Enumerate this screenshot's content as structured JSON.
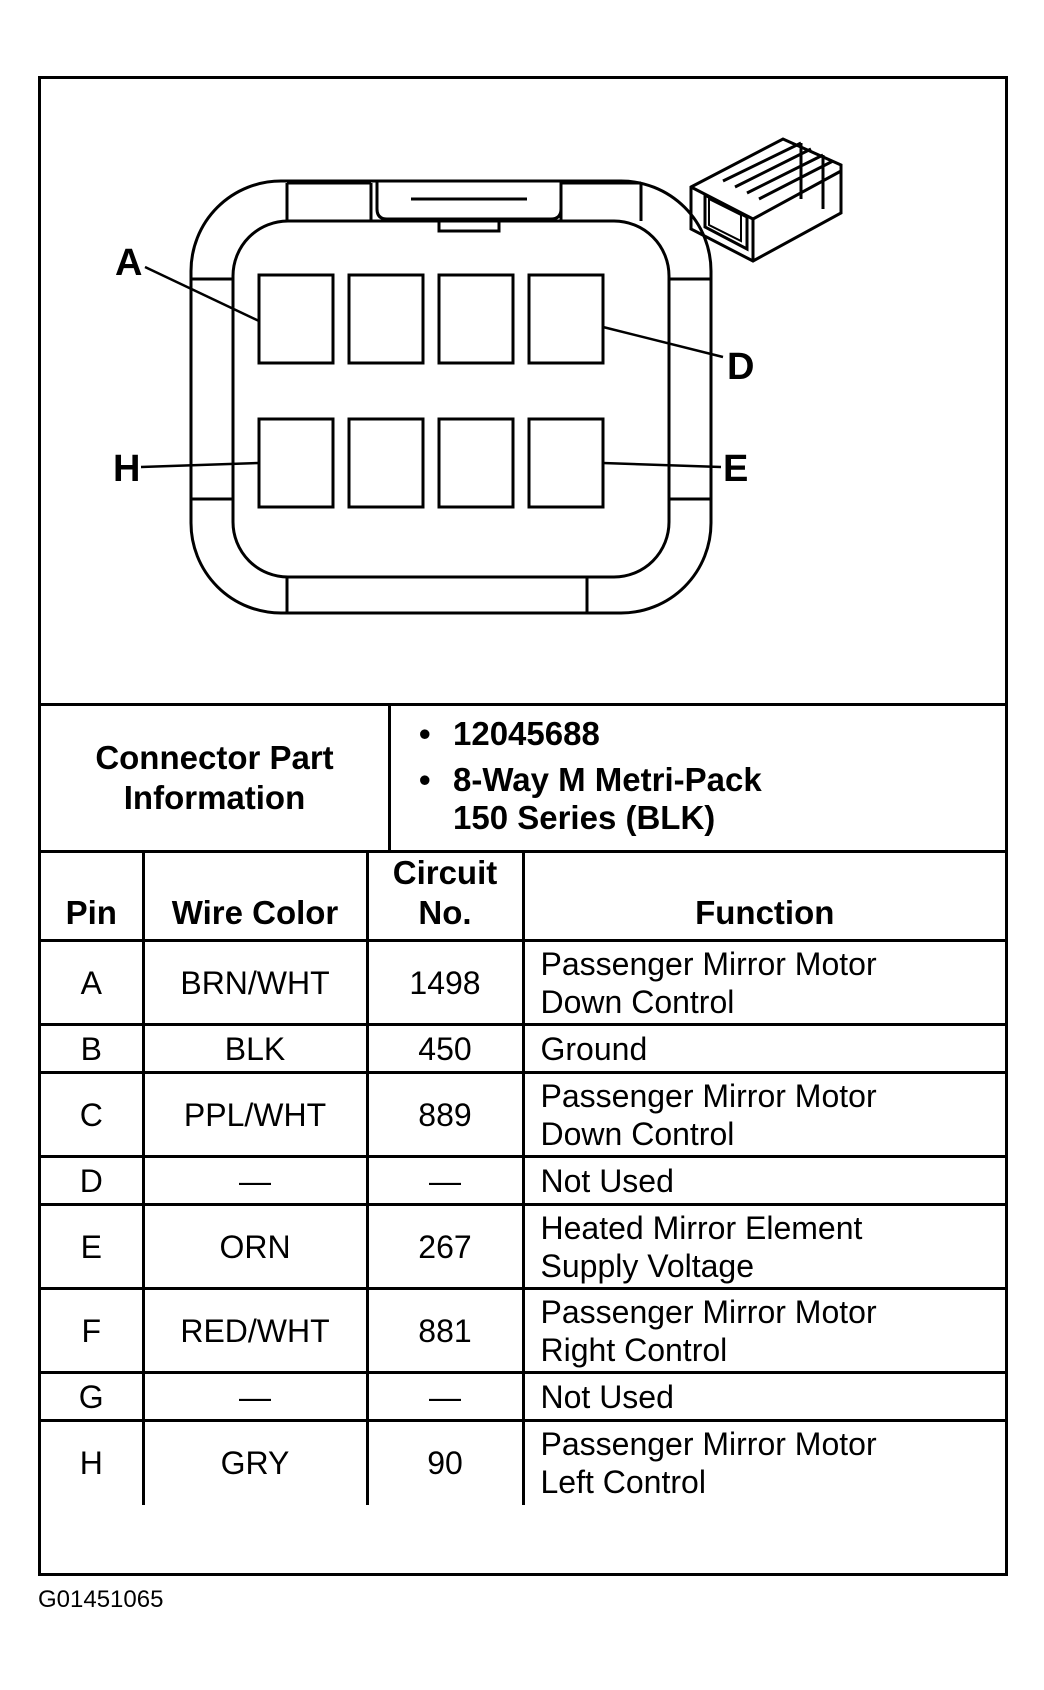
{
  "diagram": {
    "pin_labels": [
      "A",
      "D",
      "H",
      "E"
    ]
  },
  "connector_info": {
    "label": "Connector Part Information",
    "items": [
      "12045688",
      "8-Way M Metri-Pack",
      "150 Series (BLK)"
    ]
  },
  "table": {
    "headers": {
      "pin": "Pin",
      "wire_color": "Wire Color",
      "circuit_line1": "Circuit",
      "circuit_line2": "No.",
      "function": "Function"
    },
    "rows": [
      {
        "pin": "A",
        "wire_color": "BRN/WHT",
        "circuit": "1498",
        "function_line1": "Passenger Mirror Motor",
        "function_line2": "Down Control"
      },
      {
        "pin": "B",
        "wire_color": "BLK",
        "circuit": "450",
        "function_line1": "Ground",
        "function_line2": ""
      },
      {
        "pin": "C",
        "wire_color": "PPL/WHT",
        "circuit": "889",
        "function_line1": "Passenger Mirror Motor",
        "function_line2": "Down Control"
      },
      {
        "pin": "D",
        "wire_color": "—",
        "circuit": "—",
        "function_line1": "Not Used",
        "function_line2": ""
      },
      {
        "pin": "E",
        "wire_color": "ORN",
        "circuit": "267",
        "function_line1": "Heated Mirror Element",
        "function_line2": "Supply Voltage"
      },
      {
        "pin": "F",
        "wire_color": "RED/WHT",
        "circuit": "881",
        "function_line1": "Passenger Mirror Motor",
        "function_line2": "Right Control"
      },
      {
        "pin": "G",
        "wire_color": "—",
        "circuit": "—",
        "function_line1": "Not Used",
        "function_line2": ""
      },
      {
        "pin": "H",
        "wire_color": "GRY",
        "circuit": "90",
        "function_line1": "Passenger Mirror Motor",
        "function_line2": "Left Control"
      }
    ]
  },
  "footer": {
    "figure_id": "G01451065"
  }
}
